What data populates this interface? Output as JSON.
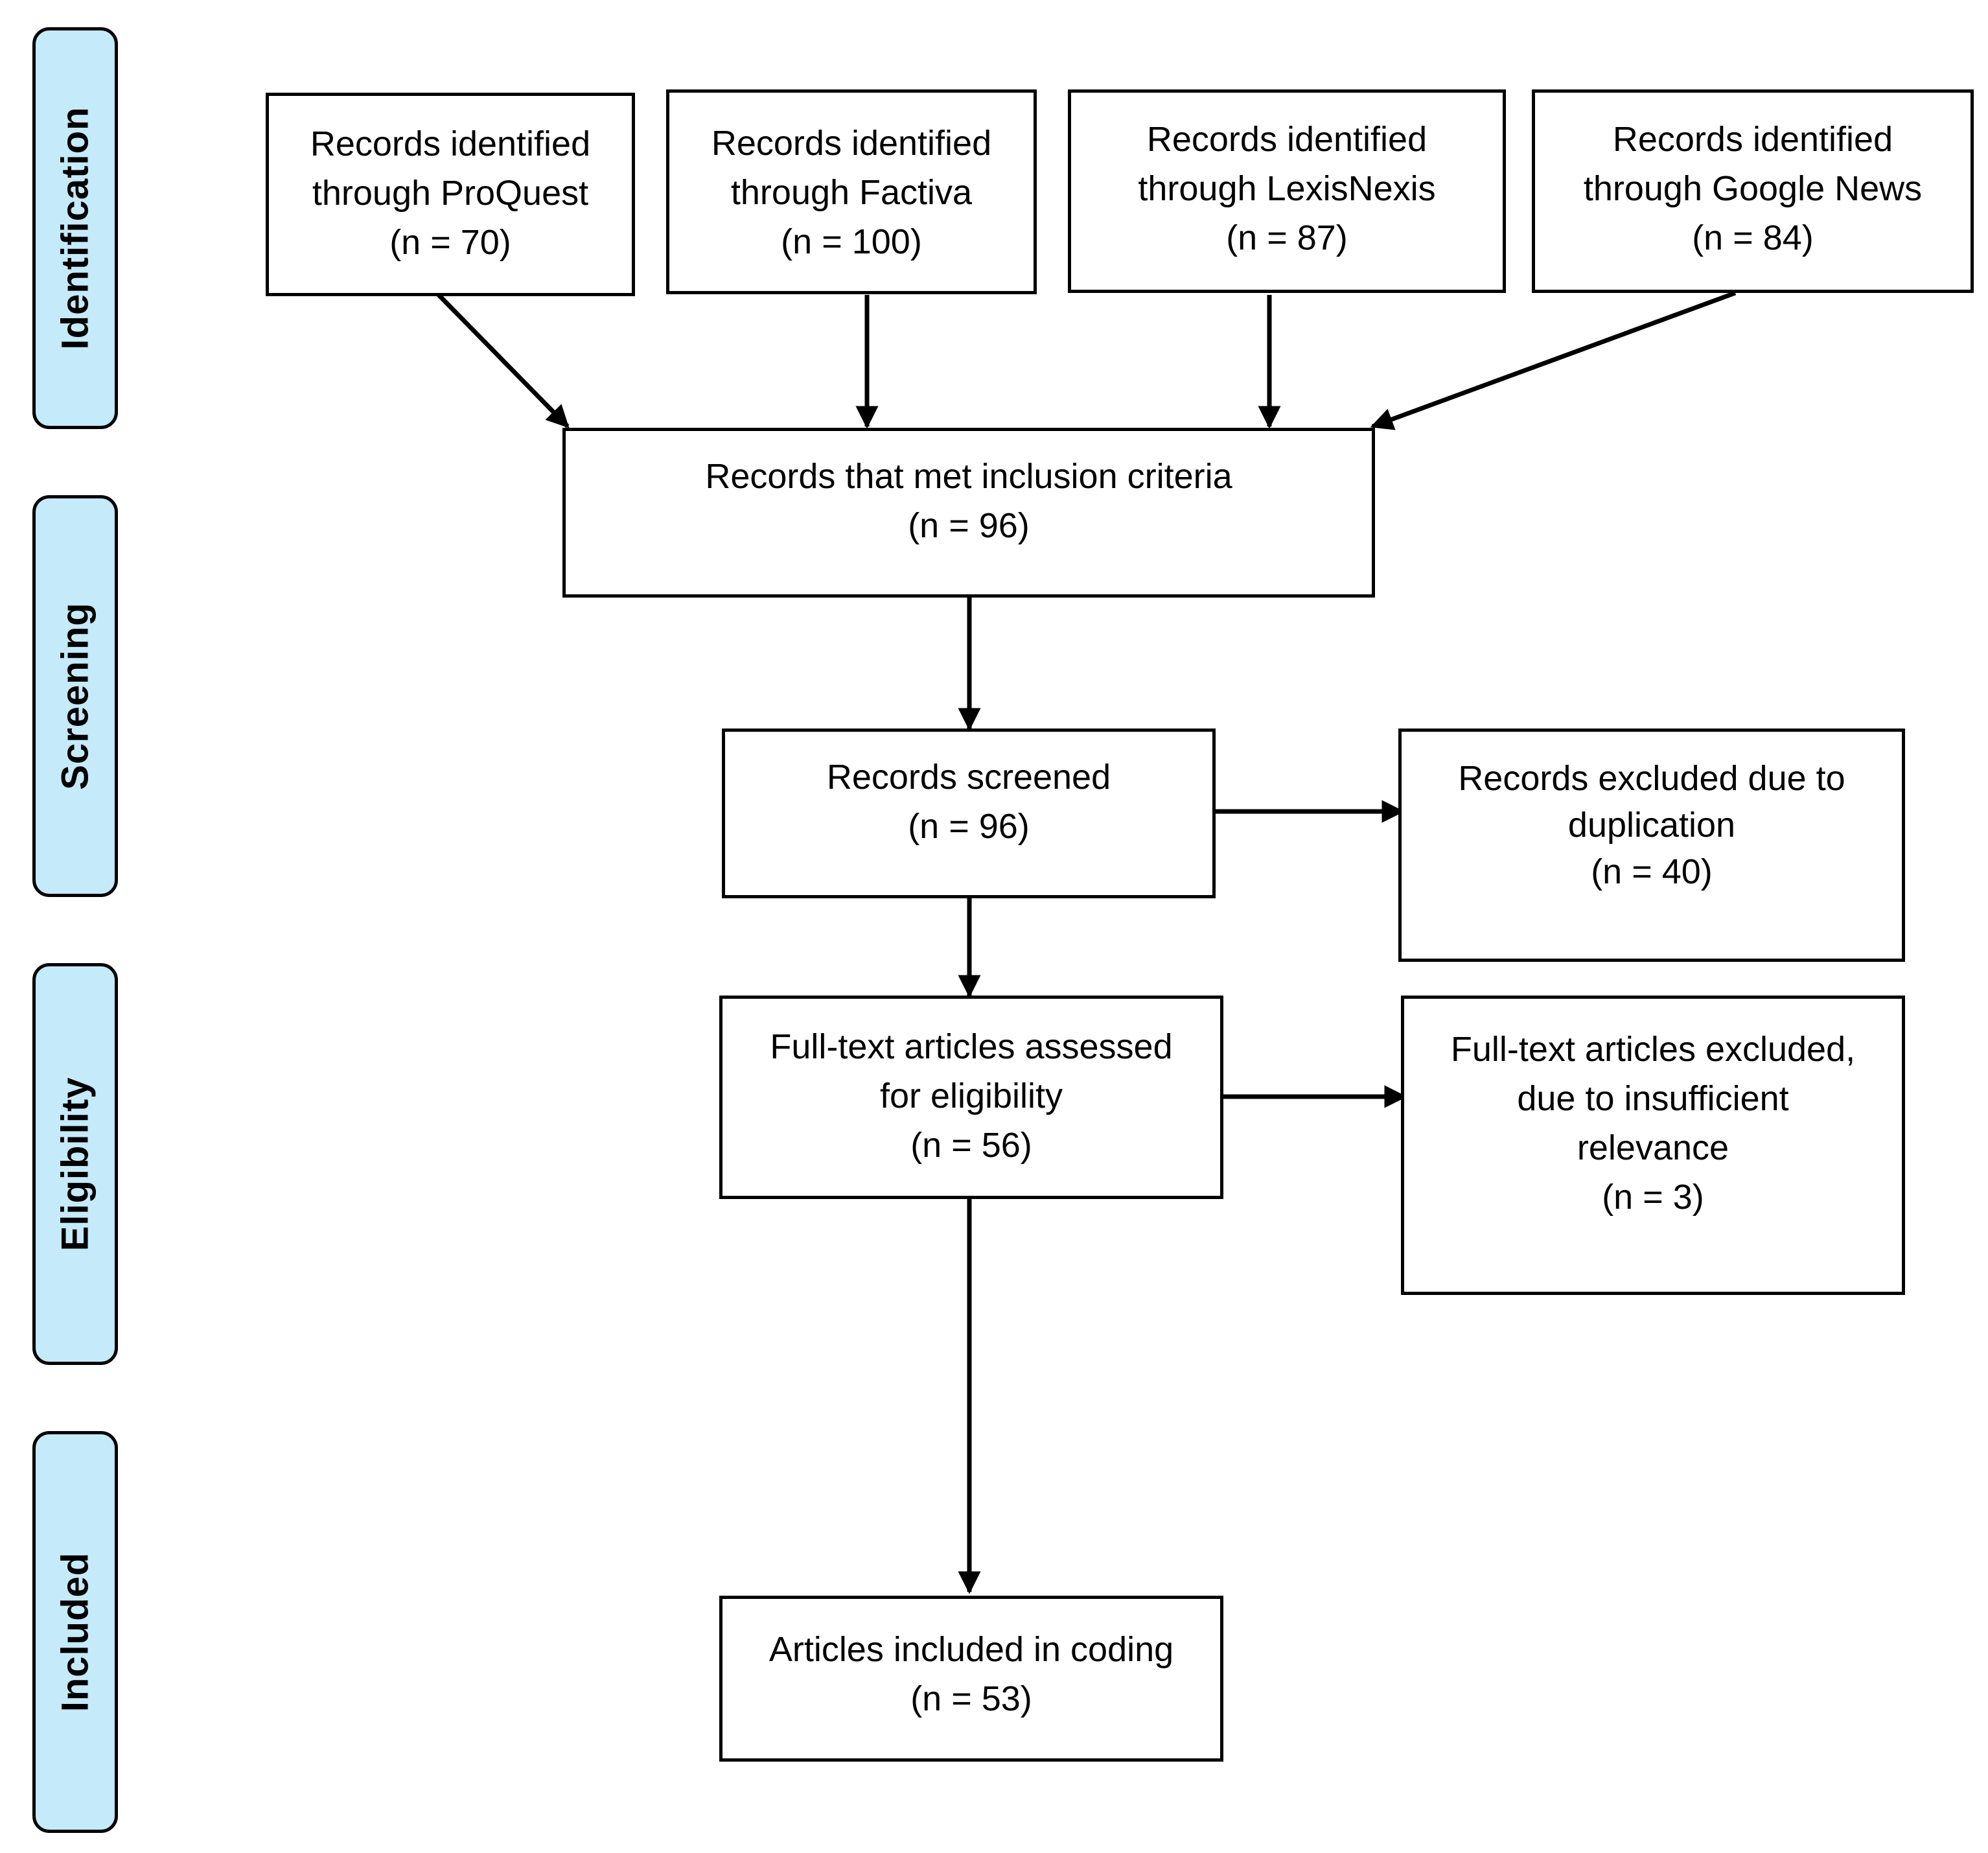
{
  "stages": [
    {
      "id": "identification",
      "label": "Identification"
    },
    {
      "id": "screening",
      "label": "Screening"
    },
    {
      "id": "eligibility",
      "label": "Eligibility"
    },
    {
      "id": "included",
      "label": "Included"
    }
  ],
  "boxes": {
    "proquest": {
      "lines": [
        "Records identified",
        "through ProQuest",
        "(n = 70)"
      ]
    },
    "factiva": {
      "lines": [
        "Records identified",
        "through Factiva",
        "(n = 100)"
      ]
    },
    "lexisnexis": {
      "lines": [
        "Records identified",
        "through LexisNexis",
        "(n = 87)"
      ]
    },
    "google_news": {
      "lines": [
        "Records identified",
        "through Google News",
        "(n = 84)"
      ]
    },
    "inclusion": {
      "lines": [
        "Records that met inclusion criteria",
        "(n =  96)"
      ]
    },
    "screened": {
      "lines": [
        "Records screened",
        "(n = 96)"
      ]
    },
    "excluded_duplication": {
      "lines": [
        "Records excluded due to",
        "duplication",
        "(n =  40)"
      ]
    },
    "full_text": {
      "lines": [
        "Full-text articles assessed",
        "for eligibility",
        "(n = 56)"
      ]
    },
    "excluded_relevance": {
      "lines": [
        "Full-text articles excluded,",
        "due to insufficient",
        "relevance",
        "(n = 3)"
      ]
    },
    "included": {
      "lines": [
        "Articles included in coding",
        "(n = 53)"
      ]
    }
  },
  "colors": {
    "stage_fill": "#c5eaf9",
    "stroke": "#000000",
    "box_fill": "#ffffff"
  }
}
